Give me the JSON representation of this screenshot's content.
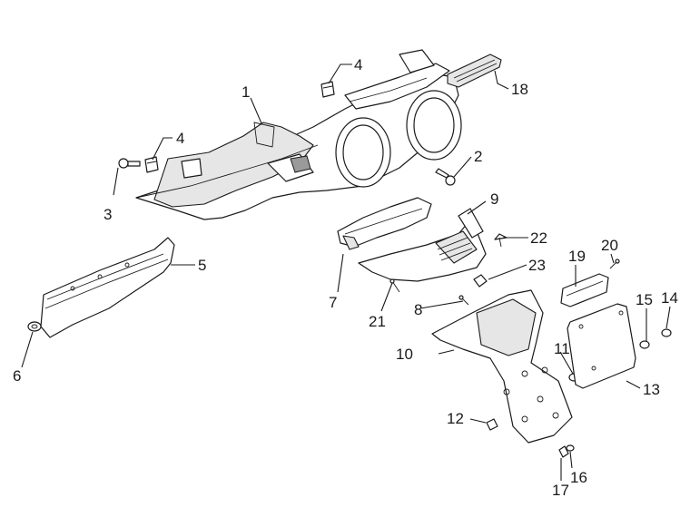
{
  "diagram": {
    "callouts": [
      "1",
      "2",
      "3",
      "4",
      "4",
      "5",
      "6",
      "7",
      "8",
      "9",
      "10",
      "11",
      "12",
      "13",
      "14",
      "15",
      "16",
      "17",
      "18",
      "19",
      "20",
      "21",
      "22",
      "23"
    ]
  }
}
